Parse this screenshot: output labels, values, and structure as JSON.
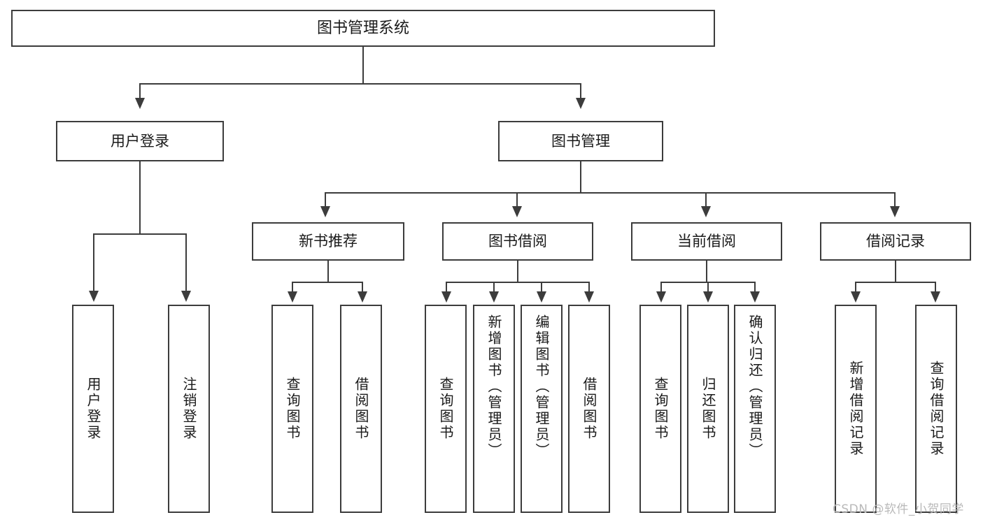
{
  "diagram": {
    "type": "tree-hierarchy",
    "title": "图书管理系统",
    "root": {
      "label": "图书管理系统"
    },
    "level2": [
      {
        "label": "用户登录"
      },
      {
        "label": "图书管理"
      }
    ],
    "level3": [
      {
        "label": "新书推荐"
      },
      {
        "label": "图书借阅"
      },
      {
        "label": "当前借阅"
      },
      {
        "label": "借阅记录"
      }
    ],
    "leaves": {
      "user_login": [
        {
          "label": "用户登录"
        },
        {
          "label": "注销登录"
        }
      ],
      "new_book": [
        {
          "label": "查询图书"
        },
        {
          "label": "借阅图书"
        }
      ],
      "book_borrow": [
        {
          "label": "查询图书"
        },
        {
          "label": "新增图书（管理员）"
        },
        {
          "label": "编辑图书（管理员）"
        },
        {
          "label": "借阅图书"
        }
      ],
      "current_borrow": [
        {
          "label": "查询图书"
        },
        {
          "label": "归还图书"
        },
        {
          "label": "确认归还（管理员）"
        }
      ],
      "borrow_record": [
        {
          "label": "新增借阅记录"
        },
        {
          "label": "查询借阅记录"
        }
      ]
    },
    "watermark": "CSDN @软件_小贺同学",
    "colors": {
      "border": "#3c3c3c",
      "text": "#1a1a1a",
      "background": "#ffffff",
      "watermark": "#b9b9b9"
    }
  }
}
